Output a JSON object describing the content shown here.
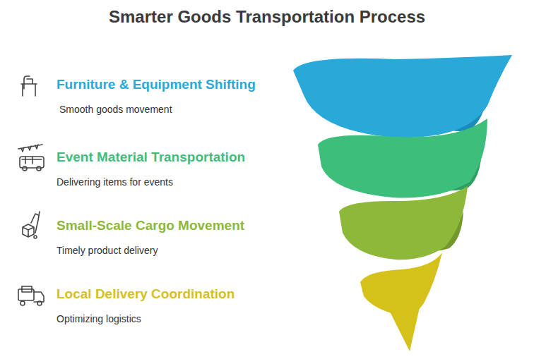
{
  "diagram": {
    "title": "Smarter Goods Transportation Process",
    "labels": [
      "Furniture & Equipment Shifting",
      "Smooth goods movement",
      "Event Material Transportation",
      "Delivering items for events",
      "Small-Scale Cargo Movement",
      "Timely product delivery",
      "Local Delivery Coordination",
      "Optimizing logistics"
    ]
  }
}
